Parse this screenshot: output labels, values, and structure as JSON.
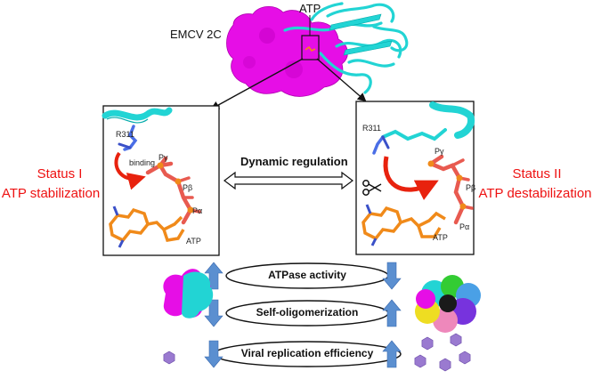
{
  "protein": {
    "name": "EMCV 2C",
    "ligand": "ATP"
  },
  "left_panel": {
    "status_line1": "Status I",
    "status_line2": "ATP stabilization",
    "residue": "R311",
    "action": "binding",
    "labels": {
      "pgamma": "Pγ",
      "pbeta": "Pβ",
      "palpha": "Pα",
      "atp": "ATP"
    }
  },
  "right_panel": {
    "status_line1": "Status II",
    "status_line2": "ATP destabilization",
    "residue": "R311",
    "labels": {
      "pgamma": "Pγ",
      "pbeta": "Pβ",
      "palpha": "Pα",
      "atp": "ATP"
    }
  },
  "center_label": "Dynamic regulation",
  "effects": [
    {
      "label": "ATPase activity",
      "left": "up",
      "right": "down"
    },
    {
      "label": "Self-oligomerization",
      "left": "down",
      "right": "up"
    },
    {
      "label": "Viral replication efficiency",
      "left": "down",
      "right": "up"
    }
  ],
  "colors": {
    "status_text": "#ee1111",
    "protein_surface": "#e60ee6",
    "helix": "#22d4d4",
    "atp_carbon": "#f08a1a",
    "phosphate": "#e85a50",
    "arrow_red": "#e8220e",
    "trend_arrow": "#5b8fd0",
    "virus_particle": "#9a7ad0"
  }
}
